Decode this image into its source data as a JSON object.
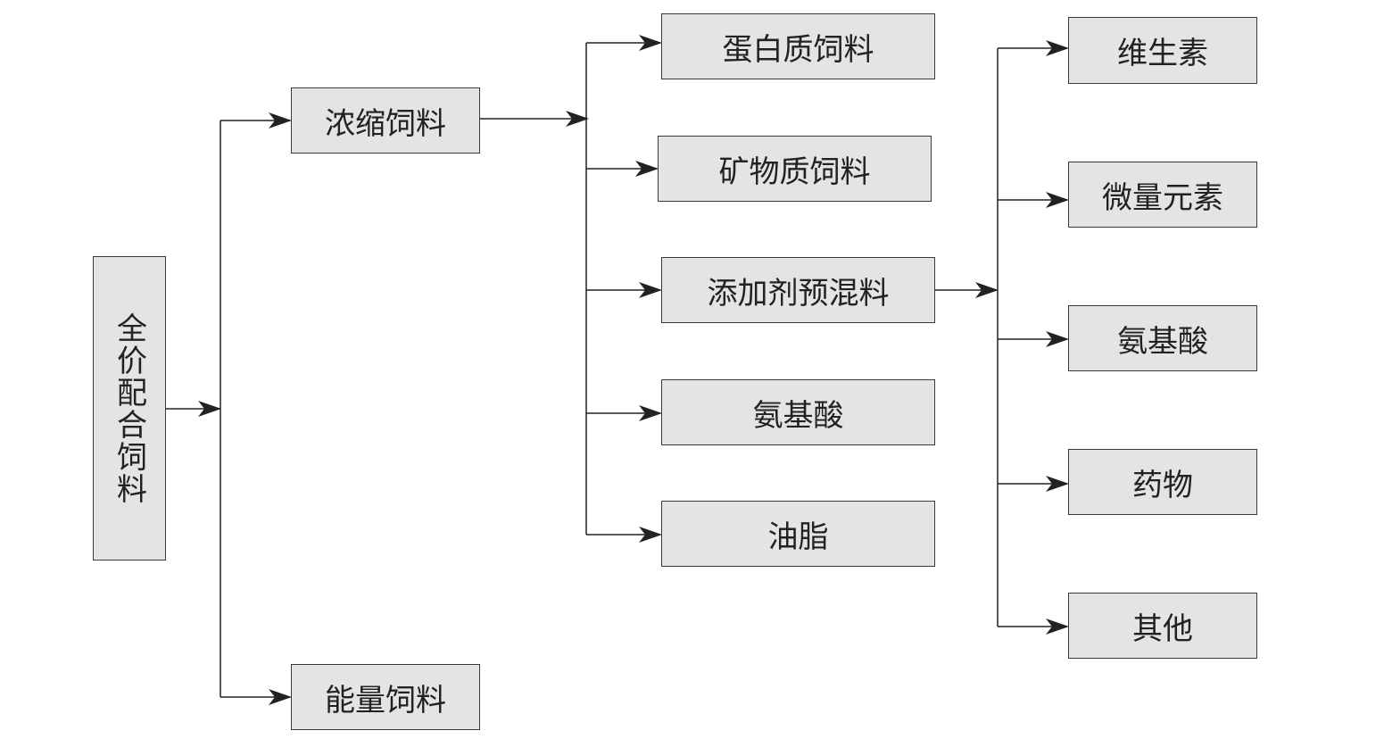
{
  "colors": {
    "box_fill": "#e4e4e4",
    "line": "#222222",
    "text": "#222222"
  },
  "nodes": {
    "root": "全价配合饲料",
    "concentrate": "浓缩饲料",
    "energy": "能量饲料",
    "protein": "蛋白质饲料",
    "mineral": "矿物质饲料",
    "premix": "添加剂预混料",
    "amino_acid": "氨基酸",
    "oil": "油脂",
    "vitamin": "维生素",
    "trace_element": "微量元素",
    "premix_amino_acid": "氨基酸",
    "drug": "药物",
    "other": "其他"
  }
}
